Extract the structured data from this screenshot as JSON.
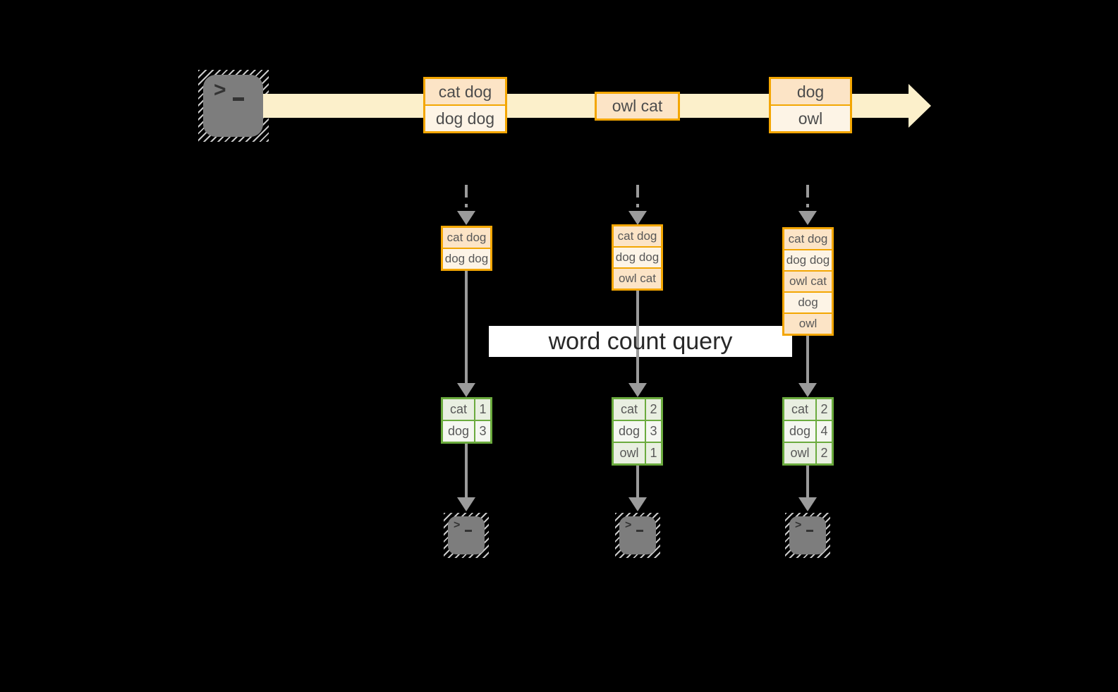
{
  "query_label": "word count query",
  "icons": {
    "source": "terminal-icon",
    "sinks": [
      "terminal-icon",
      "terminal-icon",
      "terminal-icon"
    ],
    "stream_arrow": "right-arrow",
    "flow_arrow": "down-arrow",
    "prompt_glyph": ">"
  },
  "colors": {
    "background": "#000000",
    "stream_band": "#fcf0cb",
    "event_border": "#f3a602",
    "event_fill_peach": "#fce4c6",
    "event_fill_cream": "#fdf4e6",
    "table_border": "#6bab3e",
    "table_fill_a": "#e9efe1",
    "table_fill_b": "#f5f7f1",
    "arrow_gray": "#9b9b9b",
    "terminal_gray": "#7d7d7d",
    "query_band": "#ffffff"
  },
  "stream": {
    "events": [
      {
        "cells": [
          "cat dog",
          "dog dog"
        ]
      },
      {
        "cells": [
          "owl cat"
        ]
      },
      {
        "cells": [
          "dog",
          "owl"
        ]
      }
    ]
  },
  "columns": [
    {
      "window": [
        "cat dog",
        "dog dog"
      ],
      "counts": [
        {
          "word": "cat",
          "count": 1
        },
        {
          "word": "dog",
          "count": 3
        }
      ]
    },
    {
      "window": [
        "cat dog",
        "dog dog",
        "owl cat"
      ],
      "counts": [
        {
          "word": "cat",
          "count": 2
        },
        {
          "word": "dog",
          "count": 3
        },
        {
          "word": "owl",
          "count": 1
        }
      ]
    },
    {
      "window": [
        "cat dog",
        "dog dog",
        "owl cat",
        "dog",
        "owl"
      ],
      "counts": [
        {
          "word": "cat",
          "count": 2
        },
        {
          "word": "dog",
          "count": 4
        },
        {
          "word": "owl",
          "count": 2
        }
      ]
    }
  ]
}
